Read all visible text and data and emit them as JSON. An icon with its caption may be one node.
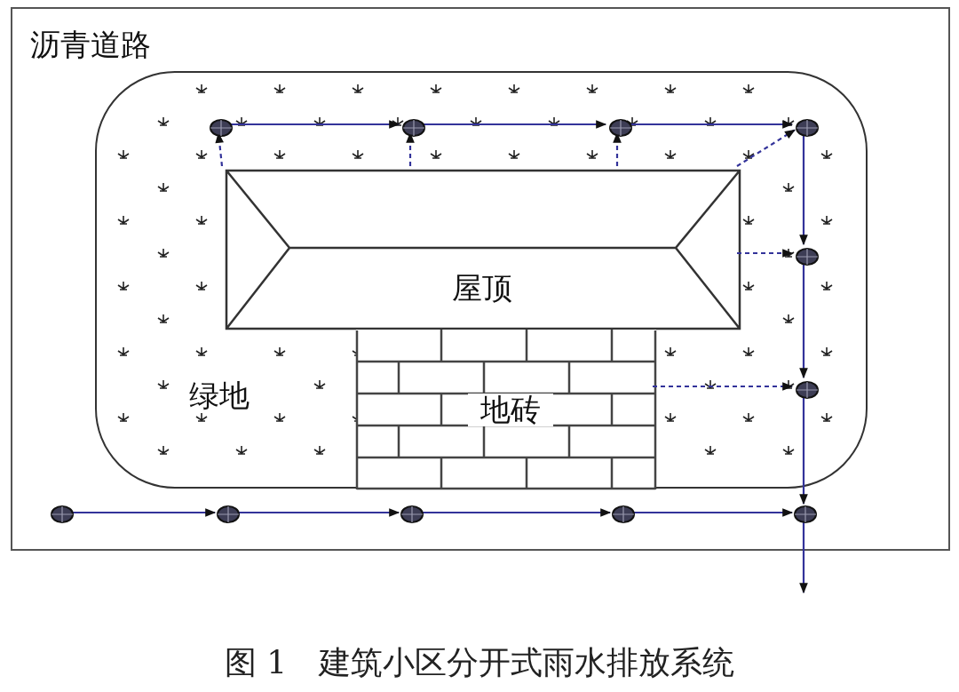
{
  "diagram": {
    "caption": "图 1　建筑小区分开式雨水排放系统",
    "nodes": [
      {
        "text": [
          "沥青道路"
        ]
      },
      {
        "text": [
          "绿地"
        ],
        "in": 0
      },
      {
        "text": [
          "屋顶"
        ],
        "in": 1
      },
      {
        "text": [
          "地砖"
        ],
        "in": 1
      },
      {
        "text": [],
        "shape": "circle",
        "in": 1
      },
      {
        "text": [],
        "shape": "circle",
        "in": 1
      },
      {
        "text": [],
        "shape": "circle",
        "in": 1
      },
      {
        "text": [],
        "shape": "circle",
        "in": 1
      },
      {
        "text": [],
        "shape": "circle",
        "in": 1
      },
      {
        "text": [],
        "shape": "circle",
        "in": 1
      },
      {
        "text": [],
        "shape": "circle",
        "in": 0
      },
      {
        "text": [],
        "shape": "circle",
        "in": 0
      },
      {
        "text": [],
        "shape": "circle",
        "in": 0
      },
      {
        "text": [],
        "shape": "circle",
        "in": 0
      },
      {
        "text": [],
        "shape": "circle",
        "in": 0
      }
    ],
    "edges": [
      {
        "from": 4,
        "to": 5,
        "arrow": "to"
      },
      {
        "from": 5,
        "to": 6,
        "arrow": "to"
      },
      {
        "from": 6,
        "to": 7,
        "arrow": "to"
      },
      {
        "from": 7,
        "to": 8,
        "arrow": "to"
      },
      {
        "from": 8,
        "to": 9,
        "arrow": "to"
      },
      {
        "from": 9,
        "to": 14,
        "arrow": "to"
      },
      {
        "from": 10,
        "to": 11,
        "arrow": "to"
      },
      {
        "from": 11,
        "to": 12,
        "arrow": "to"
      },
      {
        "from": 12,
        "to": 13,
        "arrow": "to"
      },
      {
        "from": 13,
        "to": 14,
        "arrow": "to"
      },
      {
        "from": 14,
        "to": null,
        "arrow": "to"
      },
      {
        "from": 2,
        "to": 4,
        "arrow": "to",
        "style": "dashed"
      },
      {
        "from": 2,
        "to": 5,
        "arrow": "to",
        "style": "dashed"
      },
      {
        "from": 2,
        "to": 6,
        "arrow": "to",
        "style": "dashed"
      },
      {
        "from": 2,
        "to": 7,
        "arrow": "to",
        "style": "dashed"
      },
      {
        "from": 2,
        "to": 8,
        "arrow": "to",
        "style": "dashed"
      },
      {
        "from": 3,
        "to": 9,
        "arrow": "to",
        "style": "dashed"
      }
    ]
  }
}
